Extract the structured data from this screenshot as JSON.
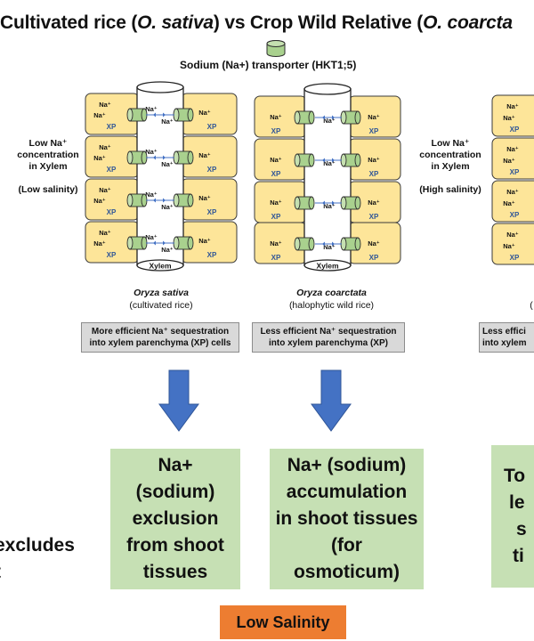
{
  "title": {
    "part1": "Cultivated rice (",
    "species1": "O. sativa",
    "part2": ") vs Crop Wild Relative (",
    "species2": "O. coarcta"
  },
  "legend": {
    "label": "Sodium (Na+) transporter (HKT1;5)",
    "icon": "transporter-cylinder-icon"
  },
  "labels": {
    "na": "Na⁺",
    "na_plain": "Na⁺",
    "xp": "XP",
    "xylem": "Xylem"
  },
  "left_side": {
    "line1": "Low Na⁺",
    "line2": "concentration",
    "line3": "in Xylem",
    "line4": "(Low salinity)"
  },
  "right_side": {
    "line1": "Low Na⁺",
    "line2": "concentration",
    "line3": "in Xylem",
    "line4": "(High salinity)"
  },
  "panels": [
    {
      "species": "Oryza sativa",
      "common": "(cultivated rice)",
      "box_line1": "More efficient Na⁺ sequestration",
      "box_line2": "into xylem parenchyma (XP) cells",
      "outcome": [
        "Na+",
        "(sodium)",
        "exclusion",
        "from shoot",
        "tissues"
      ]
    },
    {
      "species": "Oryza coarctata",
      "common": "(halophytic wild rice)",
      "box_line1": "Less efficient Na⁺ sequestration",
      "box_line2": "into xylem parenchyma (XP)",
      "outcome": [
        "Na+ (sodium)",
        "accumulation",
        "in shoot tissues",
        "(for",
        "osmoticum)"
      ]
    },
    {
      "species": "",
      "common": "(",
      "box_line1": "Less effici",
      "box_line2": "into xylem",
      "outcome": [
        "To",
        "le",
        "s",
        "ti"
      ]
    }
  ],
  "left_outcome": [
    "excludes",
    "t"
  ],
  "footer": "Low Salinity",
  "colors": {
    "cell": "#fde599",
    "cell_border": "#3a3a3a",
    "transporter": "#a9d18e",
    "xp_text": "#2f5597",
    "arrow": "#4472c4",
    "grey_box": "#d9d9d9",
    "green_box": "#c6e0b4",
    "footer": "#ed7d31"
  }
}
